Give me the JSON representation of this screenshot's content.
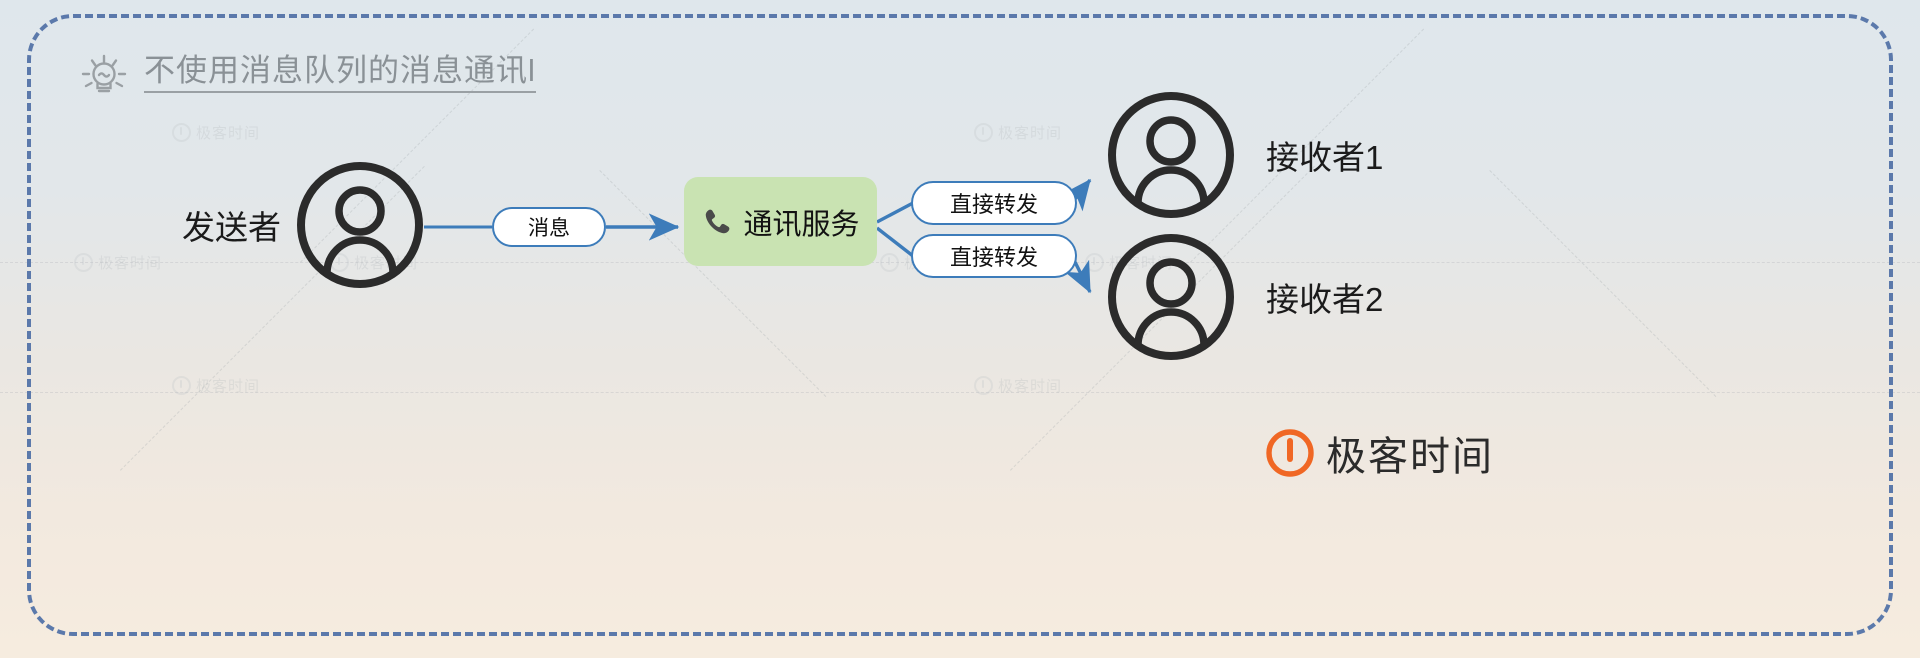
{
  "diagram": {
    "title": "不使用消息队列的消息通讯l",
    "title_icon": "lightbulb-idea-icon",
    "frame_style": "dashed-rounded-rectangle",
    "colors": {
      "frame_border": "#5b79ab",
      "arrow": "#3d7cba",
      "service_box_fill": "#c9e3b2",
      "pill_border": "#3d7cba",
      "pill_fill": "#ffffff",
      "title_text": "#8a9196",
      "node_text": "#1b1b1b",
      "logo_accent": "#f06724",
      "bg_top": "#dfe7ec",
      "bg_bottom": "#f6ecdf"
    },
    "nodes": {
      "sender": {
        "label": "发送者",
        "icon": "user-avatar-icon"
      },
      "message": {
        "label": "消息"
      },
      "service": {
        "label": "通讯服务",
        "icon": "phone-icon"
      },
      "forward_1": {
        "label": "直接转发"
      },
      "forward_2": {
        "label": "直接转发"
      },
      "receiver_1": {
        "label": "接收者1",
        "icon": "user-avatar-icon"
      },
      "receiver_2": {
        "label": "接收者2",
        "icon": "user-avatar-icon"
      }
    },
    "watermark": {
      "text": "极客时间",
      "icon": "geektime-mark-icon"
    },
    "logo": {
      "text": "极客时间",
      "icon": "geektime-logo-icon"
    }
  }
}
